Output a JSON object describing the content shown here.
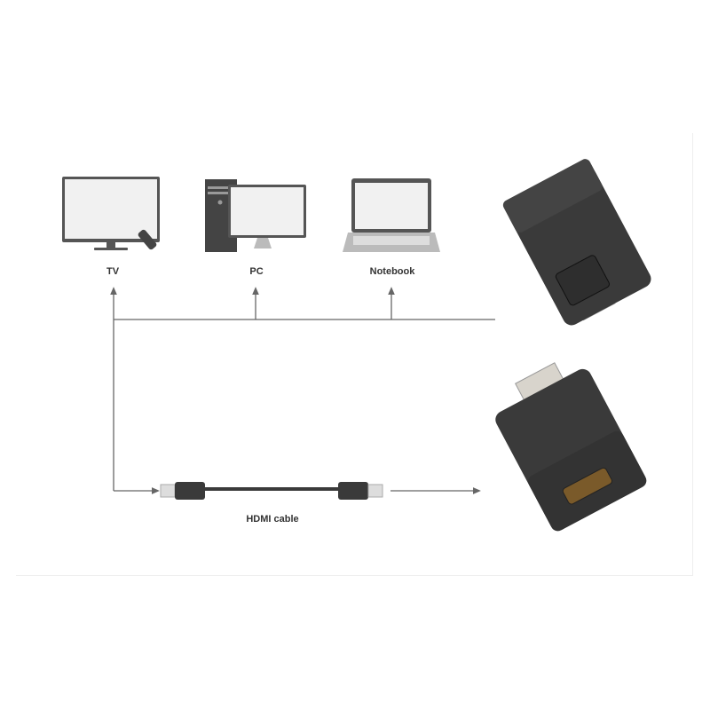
{
  "devices": [
    {
      "label": "TV",
      "icon": "tv-icon"
    },
    {
      "label": "PC",
      "icon": "desktop-pc-icon"
    },
    {
      "label": "Notebook",
      "icon": "laptop-icon"
    }
  ],
  "cable": {
    "label": "HDMI cable",
    "icon": "hdmi-cable-icon"
  },
  "adapter": {
    "icon": "displayport-to-hdmi-adapter",
    "body_color": "#3a3a3a",
    "connector_color": "#d8d4cc"
  },
  "line_color": "#666666"
}
